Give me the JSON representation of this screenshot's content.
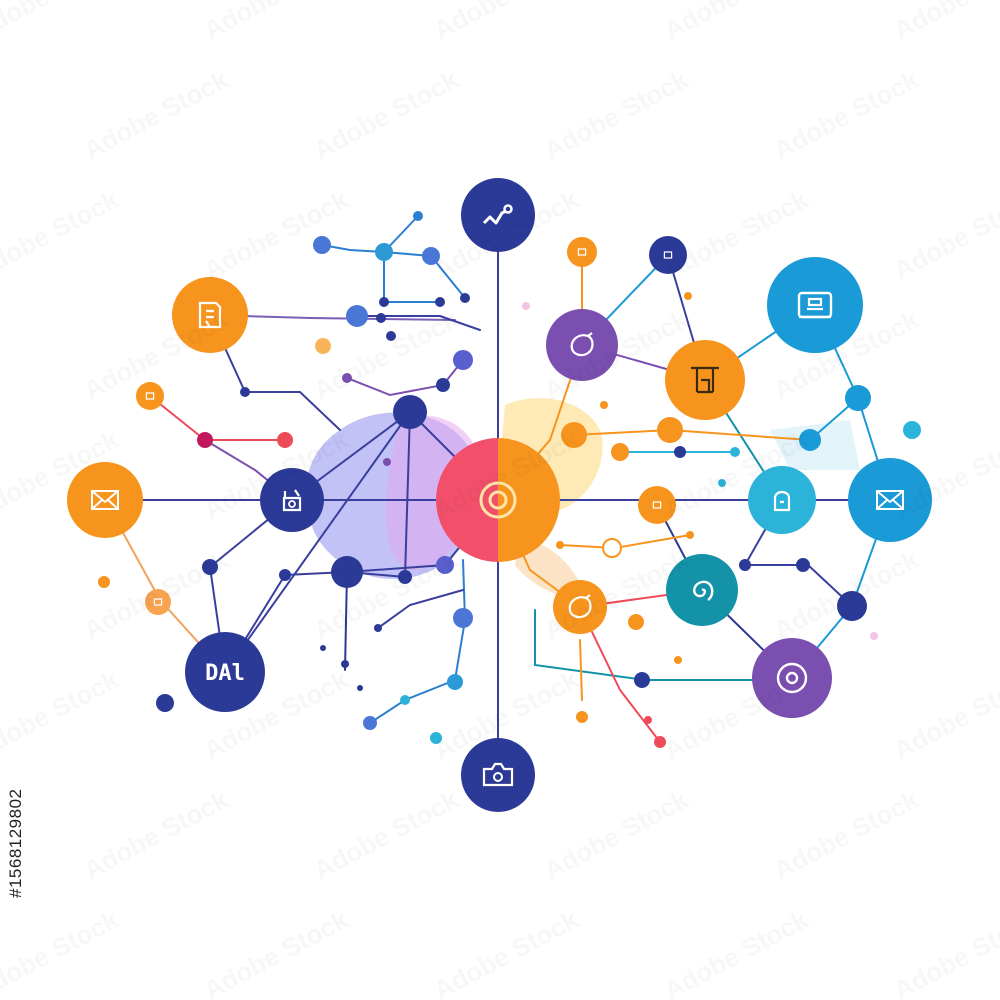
{
  "stock_id": "#1568129802",
  "watermark": "Adobe Stock",
  "labels": {
    "bar_chart_node": "DAl"
  },
  "palette": {
    "navy": "#2b3a97",
    "orange": "#f7941d",
    "purple": "#7b4fb0",
    "blue": "#1a9ad6",
    "teal": "#1392a8",
    "cyan": "#2bb3d9",
    "red": "#ef4a5a",
    "line": "#3a3f9e"
  }
}
